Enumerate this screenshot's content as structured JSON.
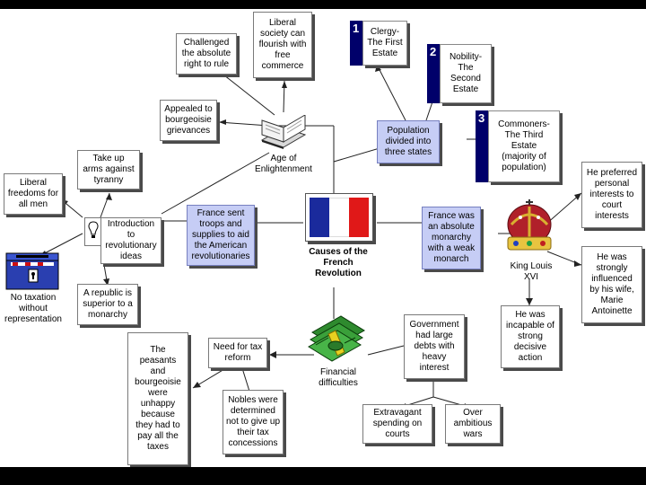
{
  "center": {
    "label": "Causes of the\nFrench\nRevolution"
  },
  "flag_colors": {
    "blue": "#1a2a9c",
    "white": "#ffffff",
    "red": "#e01818"
  },
  "nodes": {
    "challenged": "Challenged\nthe absolute\nright to rule",
    "liberal": "Liberal\nsociety can\nflourish with\nfree\ncommerce",
    "appealed": "Appealed to\nbourgeoisie\ngrievances",
    "enlightenment": "Age of\nEnlightenment",
    "take_up_arms": "Take up\narms against\ntyranny",
    "liberal_freedoms": "Liberal\nfreedoms for\nall men",
    "intro_ideas": "Introduction to\nrevolutionary\nideas",
    "republic": "A republic is\nsuperior to a\nmonarchy",
    "no_taxation": "No taxation\nwithout\nrepresentation",
    "france_sent": "France sent\ntroops and\nsupplies to aid\nthe American\nrevolutionaries",
    "population": "Population\ndivided into\nthree states",
    "france_was": "France was\nan absolute\nmonarchy\nwith a weak\nmonarch",
    "king": "King Louis\nXVI",
    "preferred": "He preferred\npersonal\ninterests to\ncourt\ninterests",
    "influenced": "He was\nstrongly\ninfluenced\nby his wife,\nMarie\nAntoinette",
    "incapable": "He was\nincapable of\nstrong\ndecisive\naction",
    "government": "Government\nhad large\ndebts with\nheavy\ninterest",
    "financial": "Financial\ndifficulties",
    "need_reform": "Need for tax\nreform",
    "peasants": "The\npeasants\nand\nbourgeoisie\nwere\nunhappy\nbecause\nthey had to\npay all the\ntaxes",
    "nobles": "Nobles were\ndetermined\nnot to give up\ntheir tax\nconcessions",
    "extravagant": "Extravagant\nspending on\ncourts",
    "over_ambitious": "Over\nambitious\nwars"
  },
  "estates": [
    {
      "number": "1",
      "label": "Clergy-\nThe First\nEstate"
    },
    {
      "number": "2",
      "label": "Nobility-\nThe\nSecond\nEstate"
    },
    {
      "number": "3",
      "label": "Commoners-\nThe Third\nEstate\n(majority of\npopulation)"
    }
  ],
  "icons": [
    "book-icon",
    "lightbulb-icon",
    "ballot-box-icon",
    "flag-icon",
    "money-icon",
    "crown-icon"
  ]
}
